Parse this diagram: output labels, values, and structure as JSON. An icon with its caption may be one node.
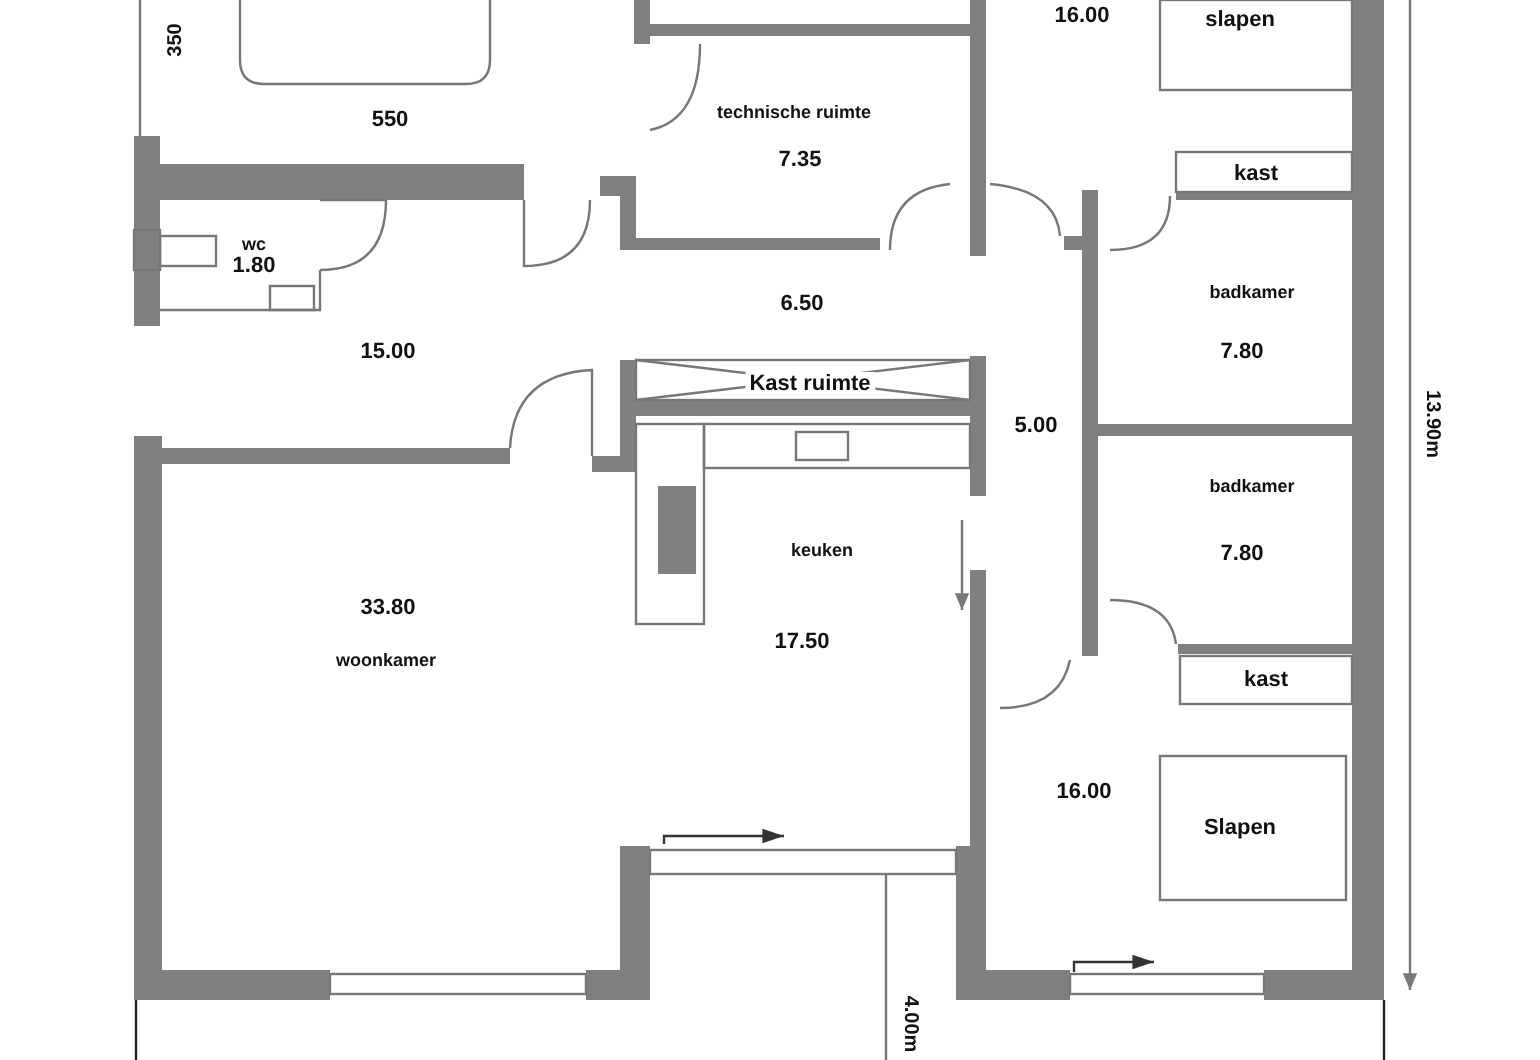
{
  "diagram": {
    "labels": [
      "16.00",
      "slapen",
      "350",
      "550",
      "technische ruimte",
      "7.35",
      "kast",
      "wc",
      "1.80",
      "badkamer",
      "6.50",
      "15.00",
      "7.80",
      "Kast ruimte",
      "5.00",
      "13.90m",
      "badkamer",
      "keuken",
      "7.80",
      "33.80",
      "17.50",
      "woonkamer",
      "kast",
      "16.00",
      "Slapen",
      "4.00m"
    ]
  }
}
